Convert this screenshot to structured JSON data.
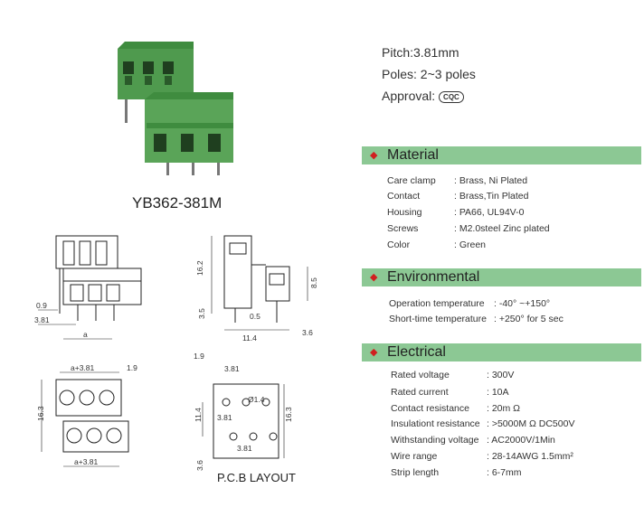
{
  "specs": {
    "pitch": "Pitch:3.81mm",
    "poles": "Poles: 2~3 poles",
    "approval_label": "Approval:",
    "approval_mark": "CQC"
  },
  "model": "YB362-381M",
  "colors": {
    "terminal_green": "#4f9a4e",
    "bar_green": "#8cc894",
    "diamond_red": "#d02020"
  },
  "material": {
    "title": "Material",
    "rows": [
      {
        "label": "Care clamp",
        "value": ": Brass, Ni Plated"
      },
      {
        "label": "Contact",
        "value": ": Brass,Tin Plated"
      },
      {
        "label": "Housing",
        "value": ": PA66, UL94V-0"
      },
      {
        "label": "Screws",
        "value": ": M2.0steel Zinc plated"
      },
      {
        "label": "Color",
        "value": ": Green"
      }
    ]
  },
  "environmental": {
    "title": "Environmental",
    "rows": [
      {
        "label": "Operation temperature",
        "value": ": -40° ~+150°"
      },
      {
        "label": "Short-time temperature",
        "value": ": +250° for 5 sec"
      }
    ]
  },
  "electrical": {
    "title": "Electrical",
    "rows": [
      {
        "label": "Rated voltage",
        "value": ": 300V"
      },
      {
        "label": "Rated current",
        "value": ": 10A"
      },
      {
        "label": "Contact resistance",
        "value": ": 20m Ω"
      },
      {
        "label": "Insulationt resistance",
        "value": ": >5000M Ω DC500V"
      },
      {
        "label": "Withstanding voltage",
        "value": ": AC2000V/1Min"
      },
      {
        "label": "Wire range",
        "value": ": 28-14AWG 1.5mm²"
      },
      {
        "label": "Strip length",
        "value": ": 6-7mm"
      }
    ]
  },
  "drawings": {
    "front": {
      "d1": "0.9",
      "d2": "3.81",
      "d3": "a"
    },
    "side": {
      "h1": "16.2",
      "h2": "3.5",
      "h3": "8.5",
      "w1": "0.5",
      "w2": "11.4",
      "w3": "3.6"
    },
    "top": {
      "w1": "a+3.81",
      "w2": "1.9",
      "h": "16.3",
      "w3": "a+3.81"
    },
    "pcb": {
      "a1": "1.9",
      "a2": "3.81",
      "hole": "Ø1.4",
      "h1": "11.4",
      "a3": "3.81",
      "h2": "16.3",
      "a4": "3.81",
      "h3": "3.6",
      "caption": "P.C.B LAYOUT"
    }
  }
}
